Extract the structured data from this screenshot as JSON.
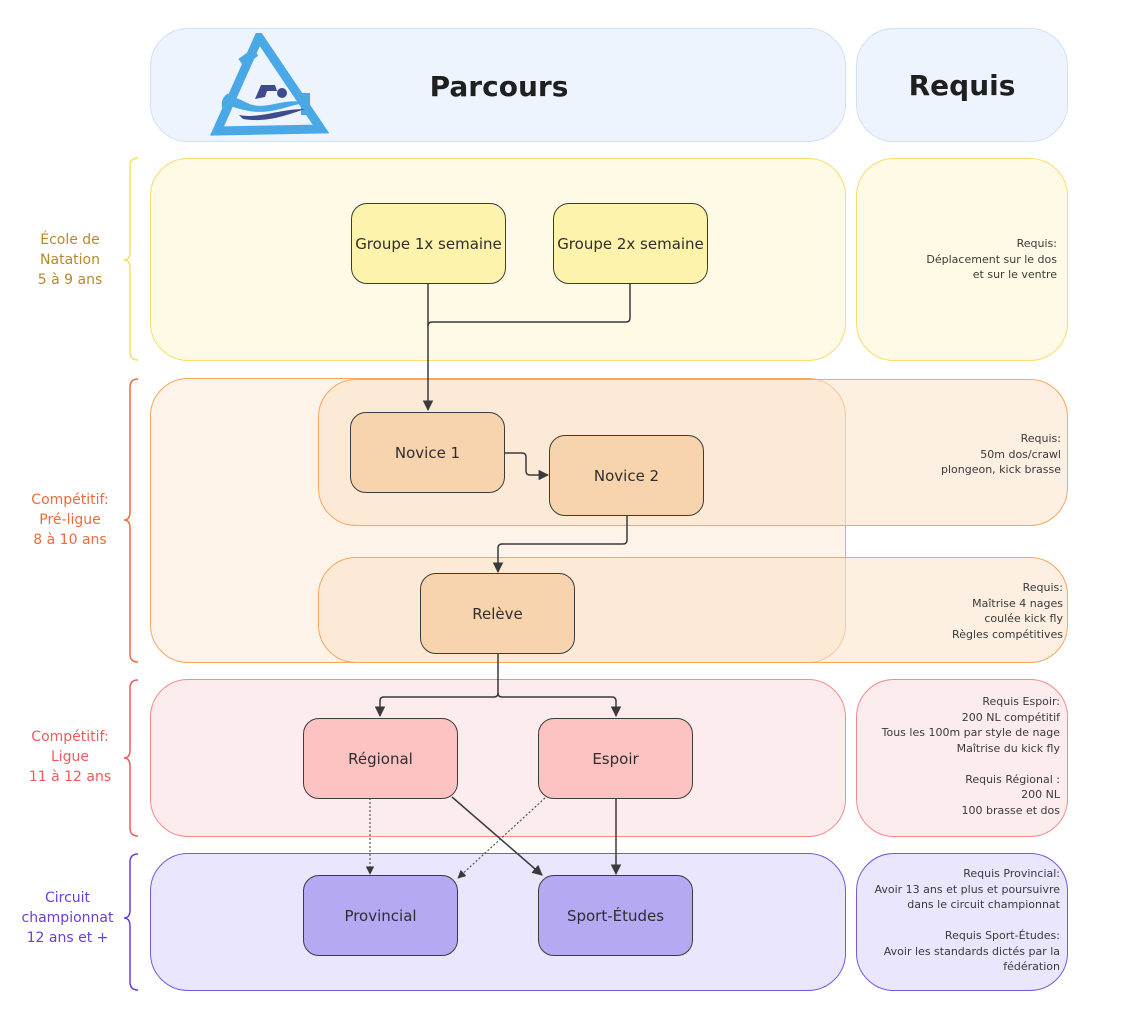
{
  "header": {
    "logo_icon": "swimmer-triangle-logo-icon",
    "title": "Parcours",
    "requirements_title": "Requis"
  },
  "colors": {
    "yellow": "#f8dd6a",
    "orange": "#f6a65d",
    "red": "#f38a8d",
    "purple": "#7b56d8",
    "header_blue": "#edf4fe",
    "logo_blue": "#4aa8e6",
    "logo_navy": "#3d4a8c"
  },
  "sections": [
    {
      "id": "ecole",
      "label_lines": [
        "École de",
        "Natation",
        "5 à 9 ans"
      ],
      "label_color": "#b8892a",
      "nodes": [
        "Groupe 1x semaine",
        "Groupe 2x semaine"
      ],
      "requirements": [
        [
          "Requis:",
          "Déplacement sur le dos",
          "et sur le ventre"
        ]
      ]
    },
    {
      "id": "preligue",
      "label_lines": [
        "Compétitif:",
        "Pré-ligue",
        "8 à 10 ans"
      ],
      "label_color": "#f06a3c",
      "nodes": [
        "Novice 1",
        "Novice 2",
        "Relève"
      ],
      "requirements": [
        [
          "Requis:",
          "50m dos/crawl",
          "plongeon, kick brasse"
        ],
        [
          "Requis:",
          "Maîtrise 4 nages",
          "coulée kick fly",
          "Règles compétitives"
        ]
      ]
    },
    {
      "id": "ligue",
      "label_lines": [
        "Compétitif:",
        "Ligue",
        "11 à 12 ans"
      ],
      "label_color": "#f0595e",
      "nodes": [
        "Régional",
        "Espoir"
      ],
      "requirements": [
        [
          "Requis Espoir:",
          "200 NL compétitif",
          "Tous les 100m par style de nage",
          "Maîtrise du kick fly",
          "",
          "Requis Régional :",
          "200 NL",
          "100 brasse et dos"
        ]
      ]
    },
    {
      "id": "championnat",
      "label_lines": [
        "Circuit",
        "championnat",
        "12 ans et +"
      ],
      "label_color": "#6a3fd6",
      "nodes": [
        "Provincial",
        "Sport-Études"
      ],
      "requirements": [
        [
          "Requis Provincial:",
          "Avoir 13 ans et plus et poursuivre",
          "dans le circuit championnat",
          "",
          "Requis Sport-Études:",
          "Avoir les standards dictés par la",
          "fédération"
        ]
      ]
    }
  ],
  "edges": [
    {
      "from": "Groupe 1x semaine",
      "to": "Novice 1",
      "style": "solid"
    },
    {
      "from": "Groupe 2x semaine",
      "to": "Novice 1",
      "style": "solid"
    },
    {
      "from": "Novice 1",
      "to": "Novice 2",
      "style": "solid"
    },
    {
      "from": "Novice 2",
      "to": "Relève",
      "style": "solid"
    },
    {
      "from": "Relève",
      "to": "Régional",
      "style": "solid"
    },
    {
      "from": "Relève",
      "to": "Espoir",
      "style": "solid"
    },
    {
      "from": "Régional",
      "to": "Provincial",
      "style": "dotted"
    },
    {
      "from": "Régional",
      "to": "Sport-Études",
      "style": "solid"
    },
    {
      "from": "Espoir",
      "to": "Provincial",
      "style": "dotted"
    },
    {
      "from": "Espoir",
      "to": "Sport-Études",
      "style": "solid"
    }
  ]
}
